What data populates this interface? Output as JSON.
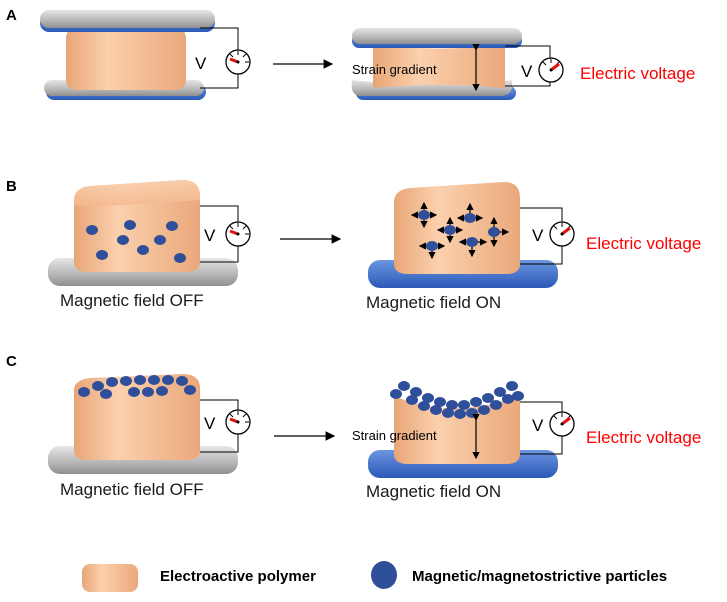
{
  "colors": {
    "polymer": "#f5b98c",
    "particle": "#2f4f9a",
    "plate_gray": "#b8b8b8",
    "plate_blue": "#3a6fd0",
    "voltage_text": "#ff0000",
    "needle": "#e01010"
  },
  "panels": [
    {
      "label": "A",
      "strain_gradient": "Strain gradient",
      "voltage": "Electric voltage",
      "meter_symbol": "V",
      "meter_symbol_right": "V"
    },
    {
      "label": "B",
      "caption_left": "Magnetic field OFF",
      "caption_right": "Magnetic field ON",
      "voltage": "Electric voltage",
      "meter_symbol": "V",
      "meter_symbol_right": "V"
    },
    {
      "label": "C",
      "caption_left": "Magnetic field OFF",
      "caption_right": "Magnetic field ON",
      "strain_gradient": "Strain gradient",
      "voltage": "Electric voltage",
      "meter_symbol": "V",
      "meter_symbol_right": "V"
    }
  ],
  "legend": {
    "polymer": "Electroactive polymer",
    "particles": "Magnetic/magnetostrictive particles"
  }
}
